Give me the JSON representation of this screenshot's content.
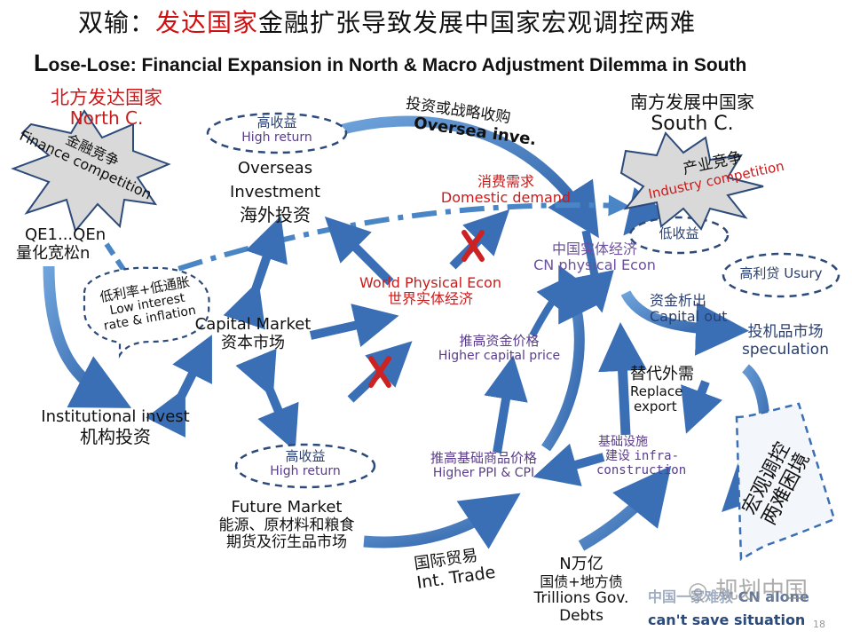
{
  "title": {
    "prefix": "双输：",
    "highlight": "发达国家",
    "rest": "金融扩张导致发展中国家宏观调控两难"
  },
  "subtitle": {
    "first_letter": "L",
    "rest": "ose-Lose: Financial Expansion in North & Macro Adjustment Dilemma in South"
  },
  "north": {
    "zh": "北方发达国家",
    "en": "North C."
  },
  "south": {
    "zh": "南方发展中国家",
    "en": "South C."
  },
  "finance_competition": {
    "zh": "金融竞争",
    "en": "Finance competition"
  },
  "industry_competition": {
    "zh": "产业竞争",
    "en": "Industry competition"
  },
  "high_return_top": {
    "zh": "高收益",
    "en": "High return"
  },
  "high_return_bottom": {
    "zh": "高收益",
    "en": "High return"
  },
  "overseas_investment": {
    "en1": "Overseas",
    "en2": "Investment",
    "zh": "海外投资"
  },
  "oversea_inve": {
    "zh": "投资或战略收购",
    "en": "Oversea inve."
  },
  "domestic_demand": {
    "zh": "消费需求",
    "en": "Domestic demand"
  },
  "qe": {
    "en": "QE1...QEn",
    "zh": "量化宽松n"
  },
  "low_interest": {
    "zh": "低利率+低通胀",
    "en1": "Low interest",
    "en2": "rate & inflation"
  },
  "capital_market": {
    "en": "Capital Market",
    "zh": "资本市场"
  },
  "world_physical": {
    "en": "World Physical Econ",
    "zh": "世界实体经济"
  },
  "cn_physical": {
    "zh": "中国实体经济",
    "en": "CN physical Econ"
  },
  "low_return": {
    "zh": "低收益"
  },
  "usury": {
    "zh": "高利贷",
    "en": "Usury"
  },
  "capital_out": {
    "zh": "资金析出",
    "en": "Capital out"
  },
  "speculation": {
    "zh": "投机品市场",
    "en": "speculation"
  },
  "higher_capital_price": {
    "zh": "推高资金价格",
    "en": "Higher capital price"
  },
  "replace_export": {
    "zh": "替代外需",
    "en1": "Replace",
    "en2": "export"
  },
  "institutional": {
    "en": "Institutional invest",
    "zh": "机构投资"
  },
  "infrastructure": {
    "zh1": "基础设施",
    "zh2": "建设",
    "en1": "infra-",
    "en2": "construction"
  },
  "higher_ppi": {
    "zh": "推高基础商品价格",
    "en": "Higher PPI & CPI"
  },
  "macro_dilemma": {
    "zh1": "宏观调控",
    "zh2": "两难困境"
  },
  "future_market": {
    "en": "Future Market",
    "zh1": "能源、原材料和粮食",
    "zh2": "期货及衍生品市场"
  },
  "int_trade": {
    "zh": "国际贸易",
    "en": "Int. Trade"
  },
  "gov_debts": {
    "n": "N万亿",
    "zh": "国债+地方债",
    "en1": "Trillions Gov.",
    "en2": "Debts"
  },
  "footer": {
    "zh_faded": "中国一家难救",
    "en_faded": "CN alone",
    "en": "can't save situation",
    "watermark": "规划中国",
    "page": "18"
  },
  "colors": {
    "arrow": "#4a86c5",
    "arrow_dark": "#2c5aa0",
    "accent_red": "#d01010",
    "cross": "#cc2222"
  }
}
